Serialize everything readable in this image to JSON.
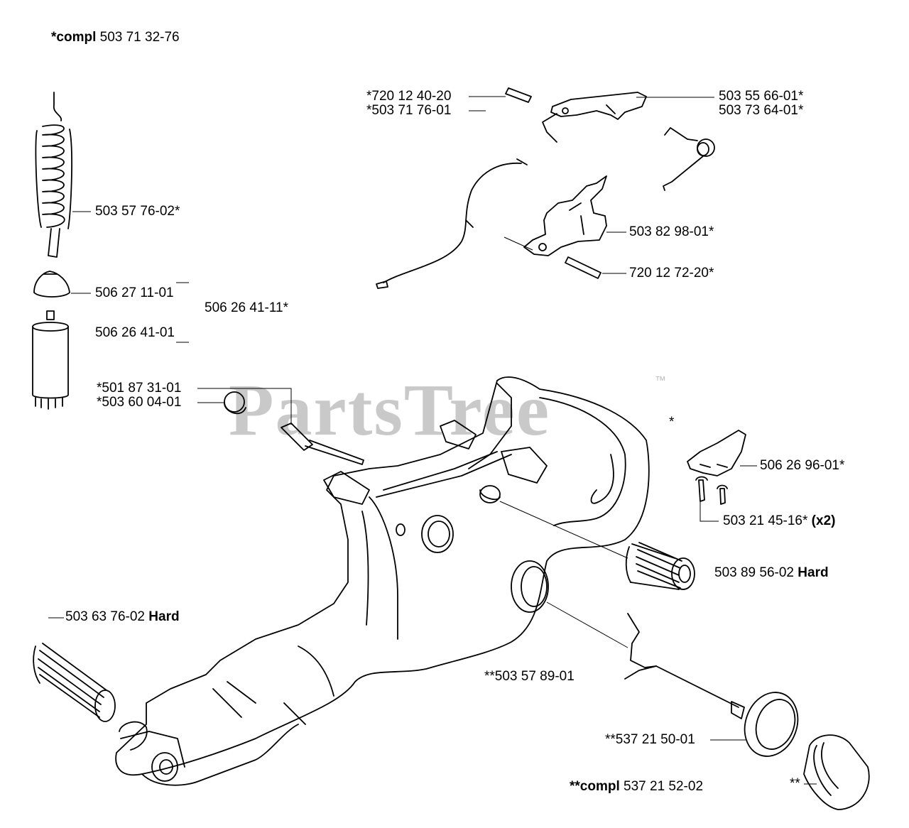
{
  "header": {
    "prefix": "*compl",
    "number": "503 71 32-76"
  },
  "watermark": {
    "text": "PartsTree",
    "tm": "™"
  },
  "labels": {
    "l1_num": "720 12 40-20",
    "l1_pre": "*",
    "l2_num": "503 71 76-01",
    "l2_pre": "*",
    "l3": "503 55 66-01*",
    "l4": "503 73 64-01*",
    "l5": "503 57 76-02*",
    "l6": "503 82 98-01*",
    "l7": "720 12 72-20*",
    "l8": "506 27 11-01",
    "l9": "506 26 41-11*",
    "l10": "506 26 41-01",
    "l11": "*501 87 31-01",
    "l12": "*503 60 04-01",
    "l13": "*",
    "l14": "506 26 96-01*",
    "l15_num": "503 21 45-16*",
    "l15_bold": "(x2)",
    "l16_num": "503 89 56-02",
    "l16_bold": "Hard",
    "l17_num": "503 63 76-02",
    "l17_bold": "Hard",
    "l18": "**503 57 89-01",
    "l19": "**537 21 50-01",
    "l20_pre": "**compl",
    "l20_num": "537 21 52-02",
    "l21": "**"
  },
  "colors": {
    "line": "#000000",
    "watermark": "#c9c9c9"
  }
}
